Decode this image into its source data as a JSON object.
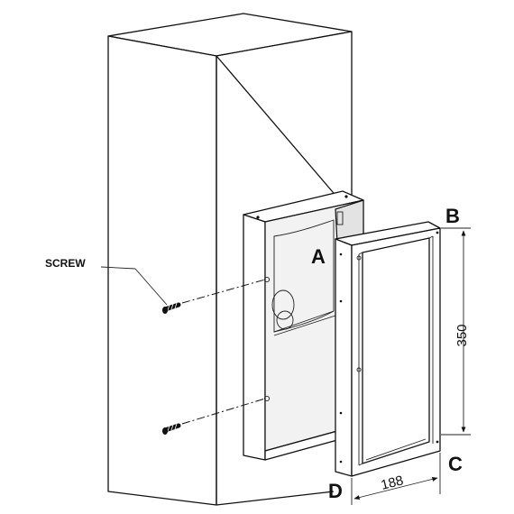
{
  "labels": {
    "screw": "SCREW",
    "a": "A",
    "b": "B",
    "c": "C",
    "d": "D"
  },
  "dimensions": {
    "height": "350",
    "width": "188"
  }
}
